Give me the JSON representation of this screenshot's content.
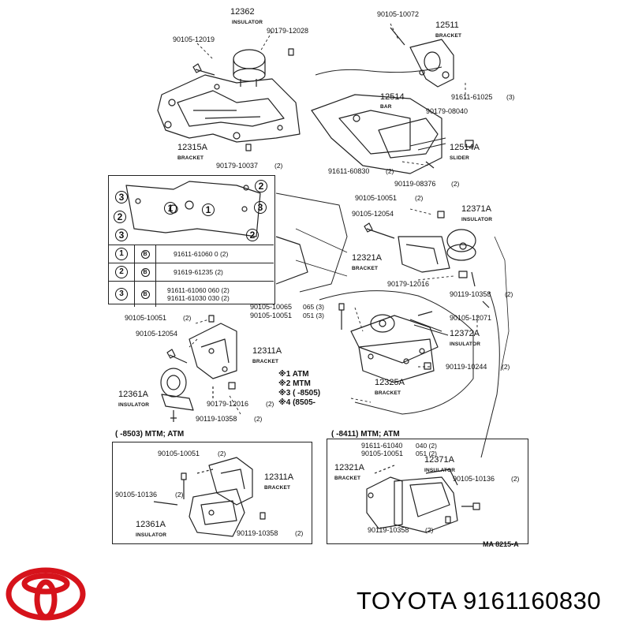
{
  "brand": {
    "name": "TOYOTA 9161160830",
    "logo_icon": "toyota-logo-icon",
    "logo_color": "#d6131b"
  },
  "diagram_ref": "MA 8215-A",
  "parts": {
    "p12362": {
      "num": "12362",
      "cap": "INSULATOR"
    },
    "p90105_12019": "90105-12019",
    "p90179_12028": "90179-12028",
    "p12315": {
      "num": "12315A",
      "cap": "BRACKET"
    },
    "p90179_10037": {
      "num": "90179-10037",
      "qty": "(2)"
    },
    "p90105_10072": "90105-10072",
    "p12511": {
      "num": "12511",
      "cap": "BRACKET"
    },
    "p91611_61025": {
      "num": "91611-61025",
      "qty": "(3)"
    },
    "p12514": {
      "num": "12514",
      "cap": "BAR"
    },
    "p90179_08040": "90179-08040",
    "p12514A": {
      "num": "12514A",
      "cap": "SLIDER"
    },
    "p91611_60830": {
      "num": "91611-60830",
      "qty": "(2)"
    },
    "p90119_08376": {
      "num": "90119-08376",
      "qty": "(2)"
    },
    "p90105_10051a": {
      "num": "90105-10051",
      "qty": "(2)"
    },
    "p90105_12054a": "90105-12054",
    "p12371": {
      "num": "12371A",
      "cap": "INSULATOR"
    },
    "p12321": {
      "num": "12321A",
      "cap": "BRACKET"
    },
    "p90179_12016a": "90179-12016",
    "p90119_10358a": {
      "num": "90119-10358",
      "qty": "(2)"
    },
    "p90105_10065": {
      "num": "90105-10065",
      "qty": "065 (3)"
    },
    "p90105_10051b": {
      "num": "90105-10051",
      "qty": "051 (3)"
    },
    "p90105_12071": "90105-12071",
    "p12372": {
      "num": "12372A",
      "cap": "INSULATOR"
    },
    "p90119_10244": {
      "num": "90119-10244",
      "qty": "(2)"
    },
    "p12325": {
      "num": "12325A",
      "cap": "BRACKET"
    },
    "p90105_10051c": {
      "num": "90105-10051",
      "qty": "(2)"
    },
    "p90105_12054b": "90105-12054",
    "p12311": {
      "num": "12311A",
      "cap": "BRACKET"
    },
    "p12361": {
      "num": "12361A",
      "cap": "INSULATOR"
    },
    "p90179_12016b": {
      "num": "90179-12016",
      "qty": "(2)"
    },
    "p90119_10358b": {
      "num": "90119-10358",
      "qty": "(2)"
    }
  },
  "inset_table": {
    "rows": [
      {
        "ref": "1",
        "icon": "B",
        "part": "91611-61060",
        "qty": "0 (2)"
      },
      {
        "ref": "2",
        "icon": "B",
        "part": "91619-61235",
        "qty": "(2)"
      },
      {
        "ref": "3",
        "icon": "B",
        "part": "91611-61060",
        "qty": "060 (2)",
        "part2": "91611-61030",
        "qty2": "030 (2)"
      }
    ],
    "circle_marks": [
      "3",
      "2",
      "3",
      "1",
      "1",
      "2",
      "3",
      "2"
    ]
  },
  "legend": [
    {
      "mark": "※1",
      "text": "ATM"
    },
    {
      "mark": "※2",
      "text": "MTM"
    },
    {
      "mark": "※3",
      "text": "(      -8505)"
    },
    {
      "mark": "※4",
      "text": "(8505-"
    }
  ],
  "box_left": {
    "title": "(      -8503) MTM; ATM",
    "p90105_10051": {
      "num": "90105-10051",
      "qty": "(2)"
    },
    "p12311": {
      "num": "12311A",
      "cap": "BRACKET"
    },
    "p90105_10136": {
      "num": "90105-10136",
      "qty": "(2)"
    },
    "p12361": {
      "num": "12361A",
      "cap": "INSULATOR"
    },
    "p90119_10358": {
      "num": "90119-10358",
      "qty": "(2)"
    }
  },
  "box_right": {
    "title": "(      -8411) MTM; ATM",
    "p91611_61040": {
      "num": "91611-61040",
      "qty": "040 (2)"
    },
    "p90105_10051": {
      "num": "90105-10051",
      "qty": "051 (2)"
    },
    "p12321": {
      "num": "12321A",
      "cap": "BRACKET"
    },
    "p12371": {
      "num": "12371A",
      "cap": "INSULATOR"
    },
    "p90105_10136": {
      "num": "90105-10136",
      "qty": "(2)"
    },
    "p90119_10358": {
      "num": "90119-10358",
      "qty": "(2)"
    }
  }
}
